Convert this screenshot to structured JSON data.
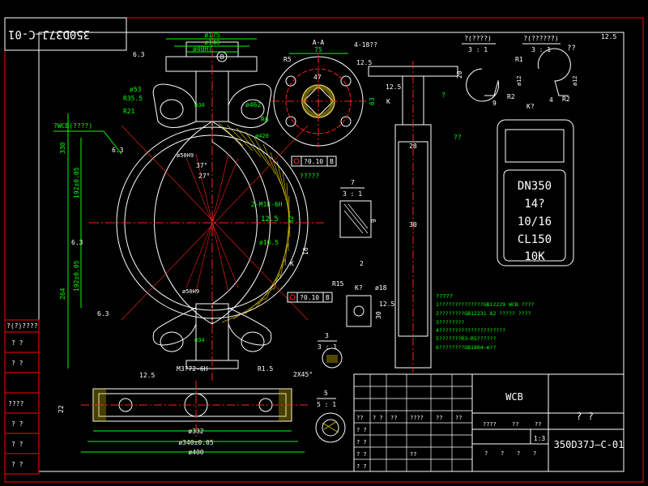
{
  "colors": {
    "frame": "#ff0000",
    "outline": "#ffffff",
    "dim": "#00ff00",
    "center": "#ff2020",
    "hatch": "#ffff00",
    "cyan": "#00ffff"
  },
  "top_left_stamp": "350D37J—C-01",
  "roughness_top_right": "12.5",
  "dims": {
    "d175": "ø175",
    "d140": "ø140",
    "d40h7": "ø40H7",
    "d4": "4",
    "b": "B",
    "r35_5": "R35.5",
    "d53": "ø53",
    "r21": "R21",
    "wcb_note": "?WCB(????)",
    "r6": "R6",
    "d462": "ø462",
    "d420": "ø420",
    "d50h9": "ø50H9",
    "d50h9b": "ø50H9",
    "ang37": "37°",
    "ang27": "27°",
    "tol1": "?0.10",
    "tol1b": "B",
    "tol2": "?0.10",
    "tol2b": "B",
    "note5": "?????",
    "m18": "2-M18-6H",
    "d16_5": "ø16.5",
    "k": "K",
    "k2": "K",
    "v330": "330",
    "v264": "264",
    "v192a": "192±0.05",
    "v192b": "192±0.05",
    "v63a": "6.3",
    "v63b": "6.3",
    "v63c": "6.3",
    "v63d": "6.3",
    "v12_5": "12.5",
    "v32": "32",
    "v16": "16",
    "d34a": "ø34",
    "d34b": "ø34",
    "m3": "M3?72-6H",
    "r1_5": "R1.5",
    "c2": "2X45°",
    "v12_5b": "12.5",
    "v22": "22",
    "d332": "ø332",
    "d340": "ø340±0.05",
    "d400": "ø400"
  },
  "section_aa": {
    "label": "A-A",
    "v75": "75",
    "holes": "4-18??",
    "r5": "R5",
    "v47": "47",
    "v12_5": "12.5",
    "v63": "63"
  },
  "detail_top": {
    "label1": "?(????)",
    "scale1": "3 : 1",
    "label2": "?(??????)",
    "scale2": "3 : 1",
    "qq": "??",
    "r1": "R1",
    "r2": "R2",
    "r2b": "R2",
    "d12a": "ø12",
    "d12b": "ø12",
    "v9": "9",
    "v4": "4"
  },
  "detail_k": {
    "label": "K?",
    "lines": [
      "DN350",
      "14?",
      "10/16",
      "CL150",
      "10K"
    ]
  },
  "detail_7": {
    "label": "7",
    "scale": "3 : 1",
    "v9": "9",
    "v2": "2",
    "r15": "R15",
    "k3": "K?",
    "d18": "ø18",
    "v12_5": "12.5",
    "v30": "30"
  },
  "detail_3": {
    "label": "3",
    "scale": "3 : 1"
  },
  "detail_5": {
    "label": "5",
    "scale": "5 : 1"
  },
  "shaft": {
    "v20": "20",
    "v12_5": "12.5",
    "k": "K",
    "v28": "28",
    "v30": "30",
    "qq": "??",
    "q": "?"
  },
  "notes": {
    "title": "?????",
    "lines": [
      "1??????????????GB12229 WCB ????",
      "2????????GB12231 A2 ????? ????",
      "3????????",
      "4?????????????????????",
      "5???????R3~R5??????",
      "6????????GB1804~m??"
    ]
  },
  "side_labels": [
    "?(?)????",
    "? ?",
    "? ?",
    "????",
    "? ?",
    "? ?",
    "? ?"
  ],
  "title_block": {
    "material": "WCB",
    "big": "? ?",
    "drawing_no": "350D37J—C-01",
    "scale": "1:3",
    "cells_r1": [
      "??",
      "? ?",
      "??",
      "????",
      "??",
      "??"
    ],
    "cells_r2": [
      "? ?",
      "? ?"
    ],
    "cells_r3": [
      "? ?",
      "? ?",
      "??"
    ],
    "cells_r4": [
      "????",
      "??",
      "??"
    ],
    "cells_bottom": [
      "?",
      "?",
      "?",
      "?"
    ]
  }
}
